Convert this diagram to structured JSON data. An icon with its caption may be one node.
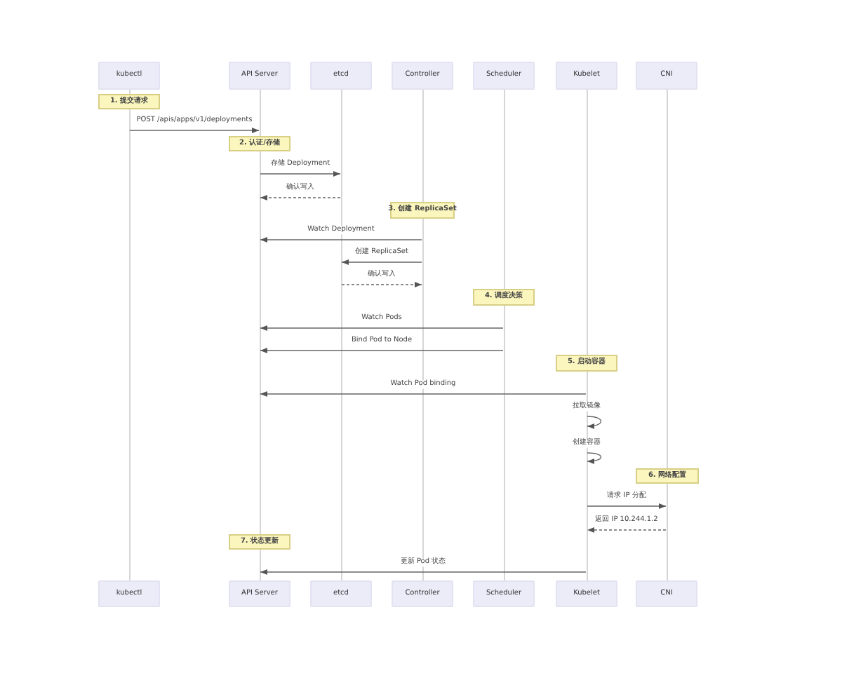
{
  "diagram": {
    "nodes": [
      {
        "text": [
          "kubectl"
        ]
      },
      {
        "text": [
          "API Server"
        ]
      },
      {
        "text": [
          "etcd"
        ]
      },
      {
        "text": [
          "Controller"
        ]
      },
      {
        "text": [
          "Scheduler"
        ]
      },
      {
        "text": [
          "Kubelet"
        ]
      },
      {
        "text": [
          "CNI"
        ]
      },
      {
        "text": [],
        "shape": "line"
      },
      {
        "text": [],
        "shape": "line"
      },
      {
        "text": [],
        "shape": "line"
      },
      {
        "text": [],
        "shape": "line"
      },
      {
        "text": [],
        "shape": "line"
      },
      {
        "text": [],
        "shape": "line"
      },
      {
        "text": [],
        "shape": "line"
      },
      {
        "text": [],
        "shape": "line"
      },
      {
        "text": [],
        "shape": "line"
      },
      {
        "text": [],
        "shape": "line"
      },
      {
        "text": [],
        "shape": "line"
      },
      {
        "text": [],
        "shape": "line"
      },
      {
        "text": [],
        "shape": "line"
      },
      {
        "text": [],
        "shape": "line"
      },
      {
        "text": [
          "1. 提交请求"
        ]
      },
      {
        "text": [
          "2. 认证/存储"
        ]
      },
      {
        "text": [
          "3. 创建 ReplicaSet"
        ]
      },
      {
        "text": [
          "4. 调度决策"
        ]
      },
      {
        "text": [
          "5. 启动容器"
        ]
      },
      {
        "text": [
          "6. 网络配置"
        ]
      },
      {
        "text": [
          "7. 状态更新"
        ]
      },
      {
        "text": [
          "kubectl"
        ]
      },
      {
        "text": [
          "API Server"
        ]
      },
      {
        "text": [
          "etcd"
        ]
      },
      {
        "text": [
          "Controller"
        ]
      },
      {
        "text": [
          "Scheduler"
        ]
      },
      {
        "text": [
          "Kubelet"
        ]
      },
      {
        "text": [
          "CNI"
        ]
      }
    ],
    "edges": [
      {
        "from": 8,
        "to": 9,
        "arrow": "to",
        "label": "POST /apis/apps/v1/deployments"
      },
      {
        "from": 10,
        "to": 12,
        "arrow": "to",
        "label": "存储 Deployment"
      },
      {
        "from": 12,
        "to": 10,
        "arrow": "to",
        "label": "确认写入",
        "style": "dashed"
      },
      {
        "from": 14,
        "to": 10,
        "arrow": "to",
        "label": "Watch Deployment"
      },
      {
        "from": 14,
        "to": 12,
        "arrow": "to",
        "label": "创建 ReplicaSet"
      },
      {
        "from": 12,
        "to": 14,
        "arrow": "to",
        "label": "确认写入",
        "style": "dashed"
      },
      {
        "from": 16,
        "to": 10,
        "arrow": "to",
        "label": "Watch Pods"
      },
      {
        "from": 16,
        "to": 10,
        "arrow": "to",
        "label": "Bind Pod to Node"
      },
      {
        "from": 18,
        "to": 10,
        "arrow": "to",
        "label": "Watch Pod binding"
      },
      {
        "from": 18,
        "to": 18,
        "arrow": "to",
        "label": "拉取镜像"
      },
      {
        "from": 18,
        "to": 18,
        "arrow": "to",
        "label": "创建容器"
      },
      {
        "from": 18,
        "to": 20,
        "arrow": "to",
        "label": "请求 IP 分配"
      },
      {
        "from": 20,
        "to": 18,
        "arrow": "to",
        "label": "返回 IP 10.244.1.2",
        "style": "dashed"
      },
      {
        "from": 18,
        "to": 11,
        "arrow": "to",
        "label": "更新 Pod 状态"
      }
    ]
  }
}
